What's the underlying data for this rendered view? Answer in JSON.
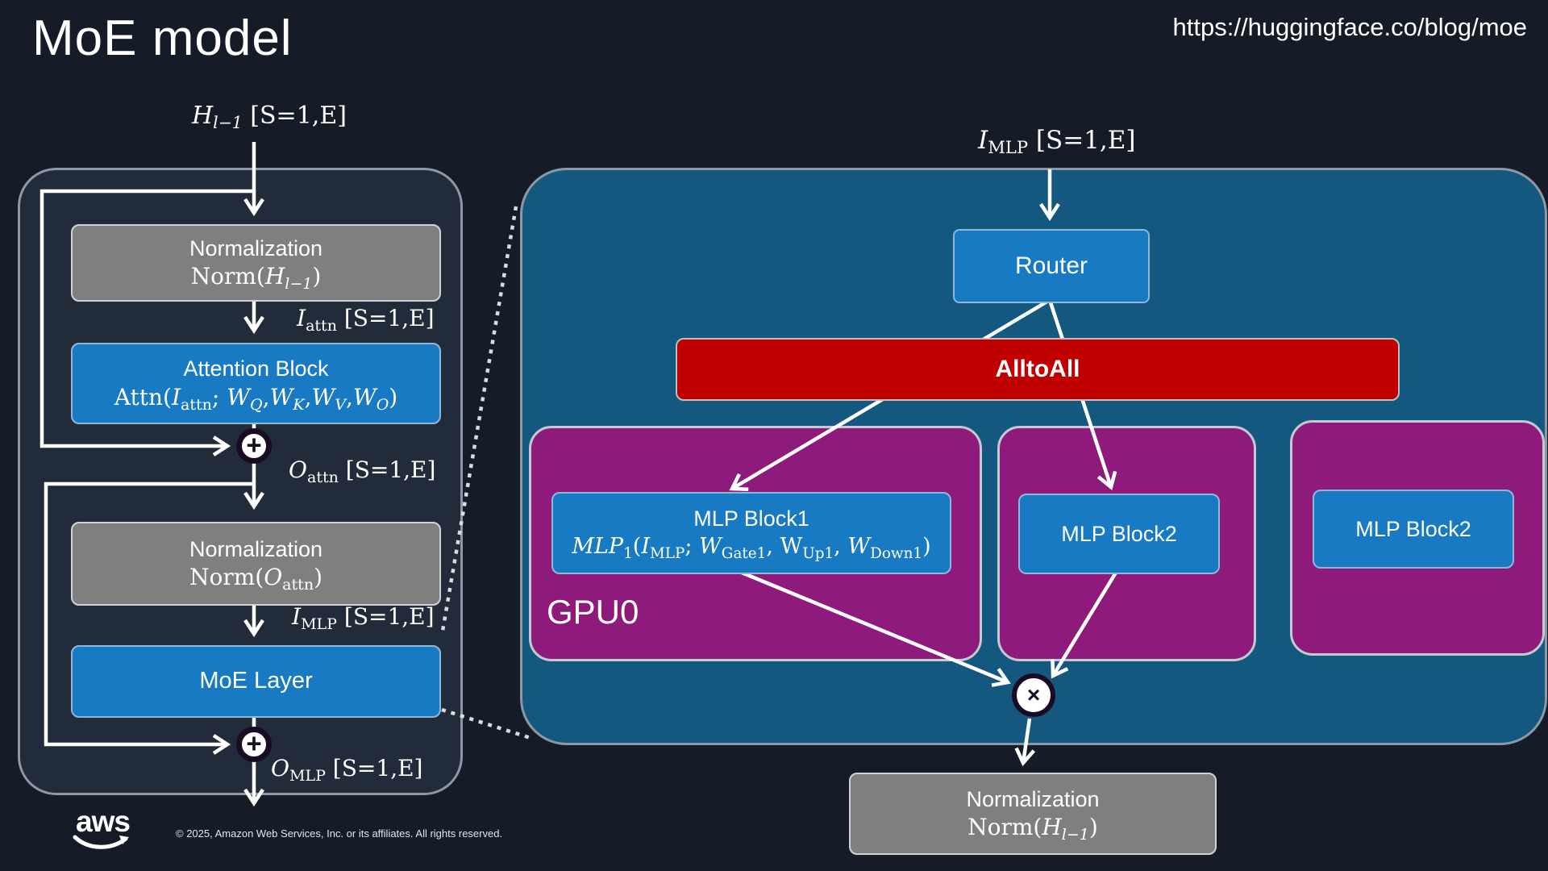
{
  "slide": {
    "title": "MoE model",
    "url": "https://huggingface.co/blog/moe",
    "copyright": "© 2025, Amazon Web Services, Inc. or its affiliates. All rights reserved.",
    "aws_logo_text": "aws"
  },
  "colors": {
    "background": "#151c28",
    "panel_fill": "#212b39",
    "panel_border": "#8d98a7",
    "gray_box": "#7f7f7f",
    "blue_box": "#187ac2",
    "right_panel_fill": "#14587f",
    "purple_box": "#8e1a7c",
    "red_box": "#c00000",
    "arrow": "#ffffff"
  },
  "left_diagram": {
    "input_label": [
      {
        "t": "H",
        "s": "i"
      },
      {
        "t": "l−1",
        "s": "isub"
      },
      {
        "t": " [S=1,E]",
        "s": ""
      }
    ],
    "norm_top": {
      "title": "Normalization",
      "formula": [
        {
          "t": "Norm(",
          "s": ""
        },
        {
          "t": "H",
          "s": "i"
        },
        {
          "t": "l−1",
          "s": "isub"
        },
        {
          "t": ")",
          "s": ""
        }
      ]
    },
    "i_attn_label": [
      {
        "t": "I",
        "s": "i"
      },
      {
        "t": "attn",
        "s": "sub"
      },
      {
        "t": " [S=1,E]",
        "s": ""
      }
    ],
    "attention_block": {
      "title": "Attention Block",
      "formula": [
        {
          "t": "Attn(",
          "s": ""
        },
        {
          "t": "I",
          "s": "i"
        },
        {
          "t": "attn",
          "s": "sub"
        },
        {
          "t": "; ",
          "s": ""
        },
        {
          "t": "W",
          "s": "i"
        },
        {
          "t": "Q",
          "s": "isub"
        },
        {
          "t": ",",
          "s": ""
        },
        {
          "t": "W",
          "s": "i"
        },
        {
          "t": "K",
          "s": "isub"
        },
        {
          "t": ",",
          "s": ""
        },
        {
          "t": "W",
          "s": "i"
        },
        {
          "t": "V",
          "s": "isub"
        },
        {
          "t": ",",
          "s": ""
        },
        {
          "t": "W",
          "s": "i"
        },
        {
          "t": "O",
          "s": "isub"
        },
        {
          "t": ")",
          "s": ""
        }
      ]
    },
    "o_attn_label": [
      {
        "t": "O",
        "s": "i"
      },
      {
        "t": "attn",
        "s": "sub"
      },
      {
        "t": " [S=1,E]",
        "s": ""
      }
    ],
    "norm_mid": {
      "title": "Normalization",
      "formula": [
        {
          "t": "Norm(",
          "s": ""
        },
        {
          "t": "O",
          "s": "i"
        },
        {
          "t": "attn",
          "s": "sub"
        },
        {
          "t": ")",
          "s": ""
        }
      ]
    },
    "i_mlp_label": [
      {
        "t": "I",
        "s": "i"
      },
      {
        "t": "MLP",
        "s": "sub"
      },
      {
        "t": " [S=1,E]",
        "s": ""
      }
    ],
    "moe_layer": {
      "label": "MoE Layer"
    },
    "o_mlp_label": [
      {
        "t": "O",
        "s": "i"
      },
      {
        "t": "MLP",
        "s": "sub"
      },
      {
        "t": " [S=1,E]",
        "s": ""
      }
    ],
    "plus_symbol": "+"
  },
  "right_diagram": {
    "i_mlp_label": [
      {
        "t": "I",
        "s": "i"
      },
      {
        "t": "MLP",
        "s": "sub"
      },
      {
        "t": " [S=1,E]",
        "s": ""
      }
    ],
    "router": {
      "label": "Router"
    },
    "alltoall": {
      "label": "AlltoAll"
    },
    "gpu0": {
      "label": "GPU0",
      "mlp_block": {
        "title": "MLP Block1",
        "formula": [
          {
            "t": "MLP",
            "s": "i"
          },
          {
            "t": "1",
            "s": "sub"
          },
          {
            "t": "(",
            "s": ""
          },
          {
            "t": "I",
            "s": "i"
          },
          {
            "t": "MLP",
            "s": "sub"
          },
          {
            "t": "; ",
            "s": ""
          },
          {
            "t": "W",
            "s": "i"
          },
          {
            "t": "Gate1",
            "s": "sub"
          },
          {
            "t": ", W",
            "s": ""
          },
          {
            "t": "Up1",
            "s": "sub"
          },
          {
            "t": ", ",
            "s": ""
          },
          {
            "t": "W",
            "s": "i"
          },
          {
            "t": "Down1",
            "s": "sub"
          },
          {
            "t": ")",
            "s": ""
          }
        ]
      }
    },
    "gpu_mid": {
      "mlp_block": {
        "title": "MLP Block2"
      }
    },
    "gpu_right": {
      "mlp_block": {
        "title": "MLP Block2"
      }
    },
    "multiply_symbol": "×",
    "norm_bottom": {
      "title": "Normalization",
      "formula": [
        {
          "t": "Norm(",
          "s": ""
        },
        {
          "t": "H",
          "s": "i"
        },
        {
          "t": "l−1",
          "s": "isub"
        },
        {
          "t": ")",
          "s": ""
        }
      ]
    }
  }
}
